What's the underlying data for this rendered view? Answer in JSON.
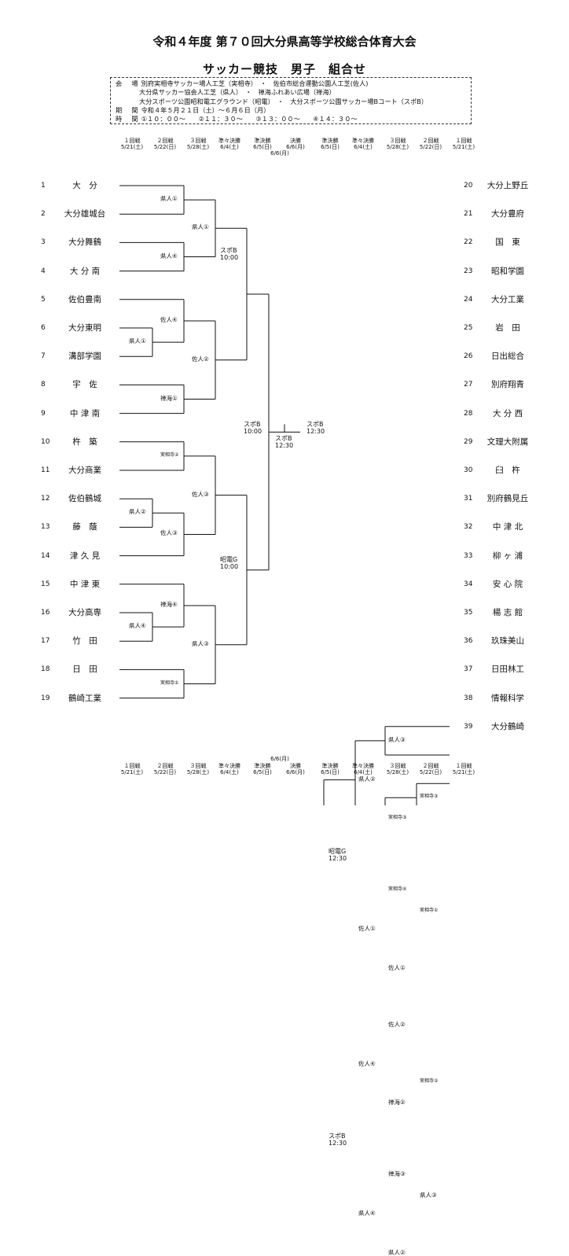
{
  "title": "令和４年度 第７０回大分県高等学校総合体育大会",
  "subtitle": "サッカー競技　男子　組合せ",
  "info": {
    "venue_label": "会　場",
    "venues": [
      "別府実相寺サッカー場人工芝（実相寺）　・　佐伯市総合運動公園人工芝(佐人)",
      "大分県サッカー協会人工芝（県人）　・　禅海ふれあい広場（禅海）",
      "大分スポーツ公園昭和電工グラウンド（昭電）　・　大分スポーツ公園サッカー場Bコート（スポB）"
    ],
    "period_label": "期　間",
    "period": "令和４年５月２１日（土）～６月６日（月）",
    "time_label": "時　間",
    "times": "①１０：００～　　②１１：３０～　　③１３：００～　　④１４：３０～"
  },
  "rounds": [
    {
      "name": "１回戦",
      "date": "5/21(土)"
    },
    {
      "name": "２回戦",
      "date": "5/22(日)"
    },
    {
      "name": "３回戦",
      "date": "5/28(土)"
    },
    {
      "name": "準々決勝",
      "date": "6/4(土)"
    },
    {
      "name": "準決勝",
      "date": "6/5(日)"
    },
    {
      "name": "決勝",
      "date": "6/6(月)"
    },
    {
      "name": "準決勝",
      "date": "6/5(日)"
    },
    {
      "name": "準々決勝",
      "date": "6/4(土)"
    },
    {
      "name": "３回戦",
      "date": "5/28(土)"
    },
    {
      "name": "２回戦",
      "date": "5/22(日)"
    },
    {
      "name": "１回戦",
      "date": "5/21(土)"
    }
  ],
  "final_date_top": "6/6(月)",
  "final_date_bottom": "6/6(月)",
  "teams_left": [
    {
      "no": "1",
      "name": "大　分"
    },
    {
      "no": "2",
      "name": "大分雄城台"
    },
    {
      "no": "3",
      "name": "大分舞鶴"
    },
    {
      "no": "4",
      "name": "大 分 南"
    },
    {
      "no": "5",
      "name": "佐伯豊南"
    },
    {
      "no": "6",
      "name": "大分東明"
    },
    {
      "no": "7",
      "name": "溝部学園"
    },
    {
      "no": "8",
      "name": "宇　佐"
    },
    {
      "no": "9",
      "name": "中 津 南"
    },
    {
      "no": "10",
      "name": "杵　築"
    },
    {
      "no": "11",
      "name": "大分商業"
    },
    {
      "no": "12",
      "name": "佐伯鶴城"
    },
    {
      "no": "13",
      "name": "藤　蔭"
    },
    {
      "no": "14",
      "name": "津 久 見"
    },
    {
      "no": "15",
      "name": "中 津 東"
    },
    {
      "no": "16",
      "name": "大分高専"
    },
    {
      "no": "17",
      "name": "竹　田"
    },
    {
      "no": "18",
      "name": "日　田"
    },
    {
      "no": "19",
      "name": "鶴崎工業"
    }
  ],
  "teams_right": [
    {
      "no": "20",
      "name": "大分上野丘"
    },
    {
      "no": "21",
      "name": "大分豊府"
    },
    {
      "no": "22",
      "name": "国　東"
    },
    {
      "no": "23",
      "name": "昭和学園"
    },
    {
      "no": "24",
      "name": "大分工業"
    },
    {
      "no": "25",
      "name": "岩　田"
    },
    {
      "no": "26",
      "name": "日出総合"
    },
    {
      "no": "27",
      "name": "別府翔青"
    },
    {
      "no": "28",
      "name": "大 分 西"
    },
    {
      "no": "29",
      "name": "文理大附属"
    },
    {
      "no": "30",
      "name": "臼　杵"
    },
    {
      "no": "31",
      "name": "別府鶴見丘"
    },
    {
      "no": "32",
      "name": "中 津 北"
    },
    {
      "no": "33",
      "name": "柳 ヶ 浦"
    },
    {
      "no": "34",
      "name": "安 心 院"
    },
    {
      "no": "35",
      "name": "楊 志 館"
    },
    {
      "no": "36",
      "name": "玖珠美山"
    },
    {
      "no": "37",
      "name": "日田林工"
    },
    {
      "no": "38",
      "name": "情報科学"
    },
    {
      "no": "39",
      "name": "大分鶴崎"
    }
  ],
  "matches": {
    "L_r2_a": "県人①",
    "L_r2_b": "県人④",
    "L_r3_a": "県人①",
    "L_r1_67": "県人①",
    "L_r2_57": "佐人④",
    "L_r2_89": "禅海①",
    "L_r3_b": "佐人②",
    "L_qf_a": "スポB\n10:00",
    "L_r2_1011": "実相寺②",
    "L_r1_1213": "県人②",
    "L_r2_1214": "佐人③",
    "L_r3_c": "佐人③",
    "L_r1_1617": "県人④",
    "L_r2_1517": "禅海④",
    "L_r2_1819": "実相寺①",
    "L_r3_d": "県人③",
    "L_qf_b": "昭電G\n10:00",
    "L_sf": "スポB\n10:00",
    "final": "スポB\n12:30",
    "R_sf": "スポB\n12:30",
    "R_r2_2021": "県人③",
    "R_r1_2223": "実相寺③",
    "R_r2_2224": "実相寺③",
    "R_r3_a": "県人②",
    "R_r2_2527": "実相寺④",
    "R_r1_2627": "実相寺①",
    "R_r2_2829": "佐人①",
    "R_r3_b": "佐人①",
    "R_qf_a": "昭電G\n12:30",
    "R_r2_3031": "佐人②",
    "R_r1_3233": "実相寺②",
    "R_r2_3234": "禅海②",
    "R_r3_c": "佐人④",
    "R_r2_3537": "禅海③",
    "R_r1_3637": "県人③",
    "R_r2_3839": "県人②",
    "R_r3_d": "県人④",
    "R_qf_b": "スポB\n12:30"
  }
}
